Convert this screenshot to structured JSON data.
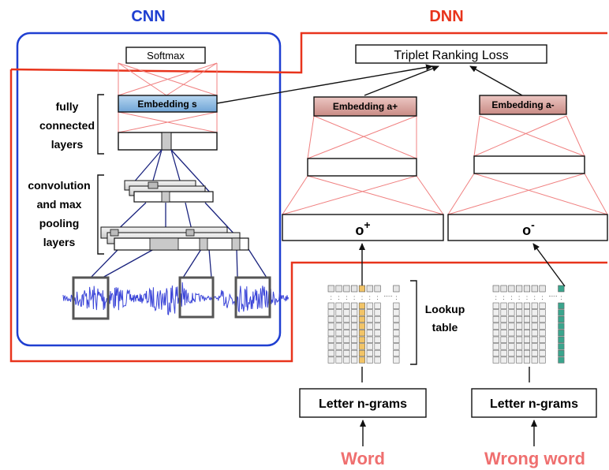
{
  "titles": {
    "cnn": "CNN",
    "dnn": "DNN"
  },
  "cnn": {
    "softmax": "Softmax",
    "embedding": "Embedding s",
    "side_labels": {
      "fc": [
        "fully",
        "connected",
        "layers"
      ],
      "conv": [
        "convolution",
        "and max",
        "pooling",
        "layers"
      ]
    }
  },
  "loss": "Triplet Ranking Loss",
  "dnn": {
    "embedding_pos": "Embedding a+",
    "embedding_neg": "Embedding a-",
    "o_pos": {
      "base": "o",
      "sup": "+"
    },
    "o_neg": {
      "base": "o",
      "sup": "-"
    },
    "lookup_label": [
      "Lookup",
      "table"
    ],
    "ngram_left": "Letter n-grams",
    "ngram_right": "Letter n-grams",
    "word_left": "Word",
    "word_right": "Wrong word"
  },
  "colors": {
    "cnn_frame": "#1f3fd1",
    "dnn_frame": "#e8341c",
    "cnn_title": "#1f3fd1",
    "dnn_title": "#e8341c",
    "word": "#ef6f6f",
    "embedding_s": "#8fbce3",
    "embedding_a": "#d9a9a4",
    "lookup_highlight_left": "#f2c467",
    "lookup_highlight_right": "#3aa58d",
    "waveform": "#3b45d8"
  }
}
